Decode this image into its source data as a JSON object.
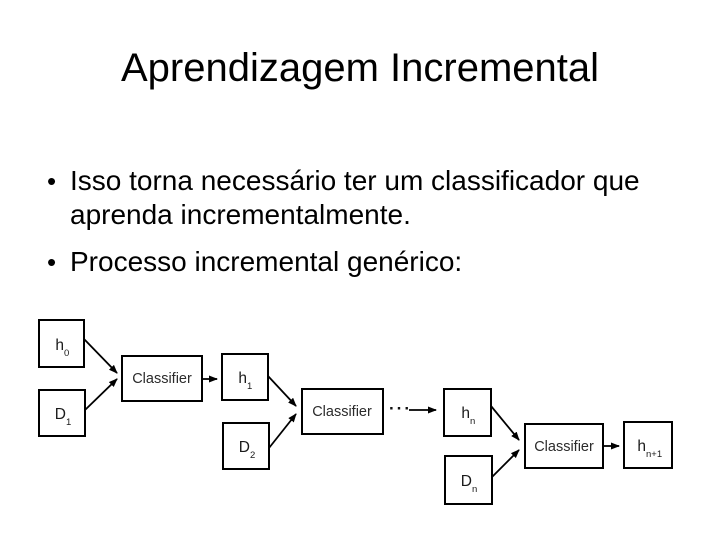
{
  "slide": {
    "title": "Aprendizagem Incremental",
    "bullets": [
      {
        "marker": "•",
        "lines": [
          "Isso torna necessário ter um classificador que",
          "aprenda incrementalmente."
        ]
      },
      {
        "marker": "•",
        "lines": [
          "Processo incremental genérico:"
        ]
      }
    ],
    "colors": {
      "background": "#ffffff",
      "text": "#000000",
      "diagram_border": "#000000"
    }
  },
  "diagram": {
    "ellipsis": "···",
    "nodes": [
      {
        "name": "h0",
        "label": "h",
        "sub": "0"
      },
      {
        "name": "D1",
        "label": "D",
        "sub": "1"
      },
      {
        "name": "classifier-1",
        "label": "Classifier",
        "sub": ""
      },
      {
        "name": "h1",
        "label": "h",
        "sub": "1"
      },
      {
        "name": "D2",
        "label": "D",
        "sub": "2"
      },
      {
        "name": "classifier-2",
        "label": "Classifier",
        "sub": ""
      },
      {
        "name": "hn",
        "label": "h",
        "sub": "n"
      },
      {
        "name": "Dn",
        "label": "D",
        "sub": "n"
      },
      {
        "name": "classifier-3",
        "label": "Classifier",
        "sub": ""
      },
      {
        "name": "hn1",
        "label": "h",
        "sub": "n+1"
      }
    ]
  }
}
